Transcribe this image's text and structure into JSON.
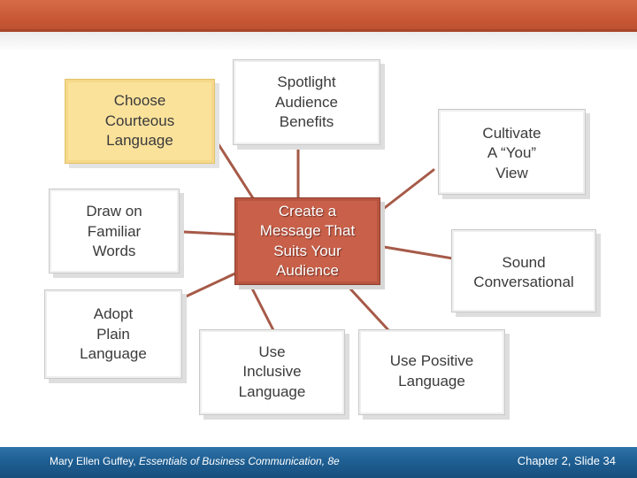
{
  "center": {
    "label": "Create a\nMessage That\nSuits Your\nAudience"
  },
  "nodes": {
    "choose": "Choose\nCourteous\nLanguage",
    "spotlight": "Spotlight\nAudience\nBenefits",
    "cultivate": "Cultivate\nA “You”\nView",
    "familiar": "Draw on\nFamiliar\nWords",
    "conversational": "Sound\nConversational",
    "plain": "Adopt\nPlain\nLanguage",
    "inclusive": "Use\nInclusive\nLanguage",
    "positive": "Use Positive\nLanguage"
  },
  "colors": {
    "accent_top": "#c85836",
    "footer": "#1f5f93",
    "center_fill": "#c9604a",
    "highlight_fill": "#fbe29b",
    "connector": "#a65a48"
  },
  "footer": {
    "author": "Mary Ellen Guffey, ",
    "book": "Essentials of Business Communication, 8e",
    "slide": "Chapter 2, Slide 34"
  }
}
